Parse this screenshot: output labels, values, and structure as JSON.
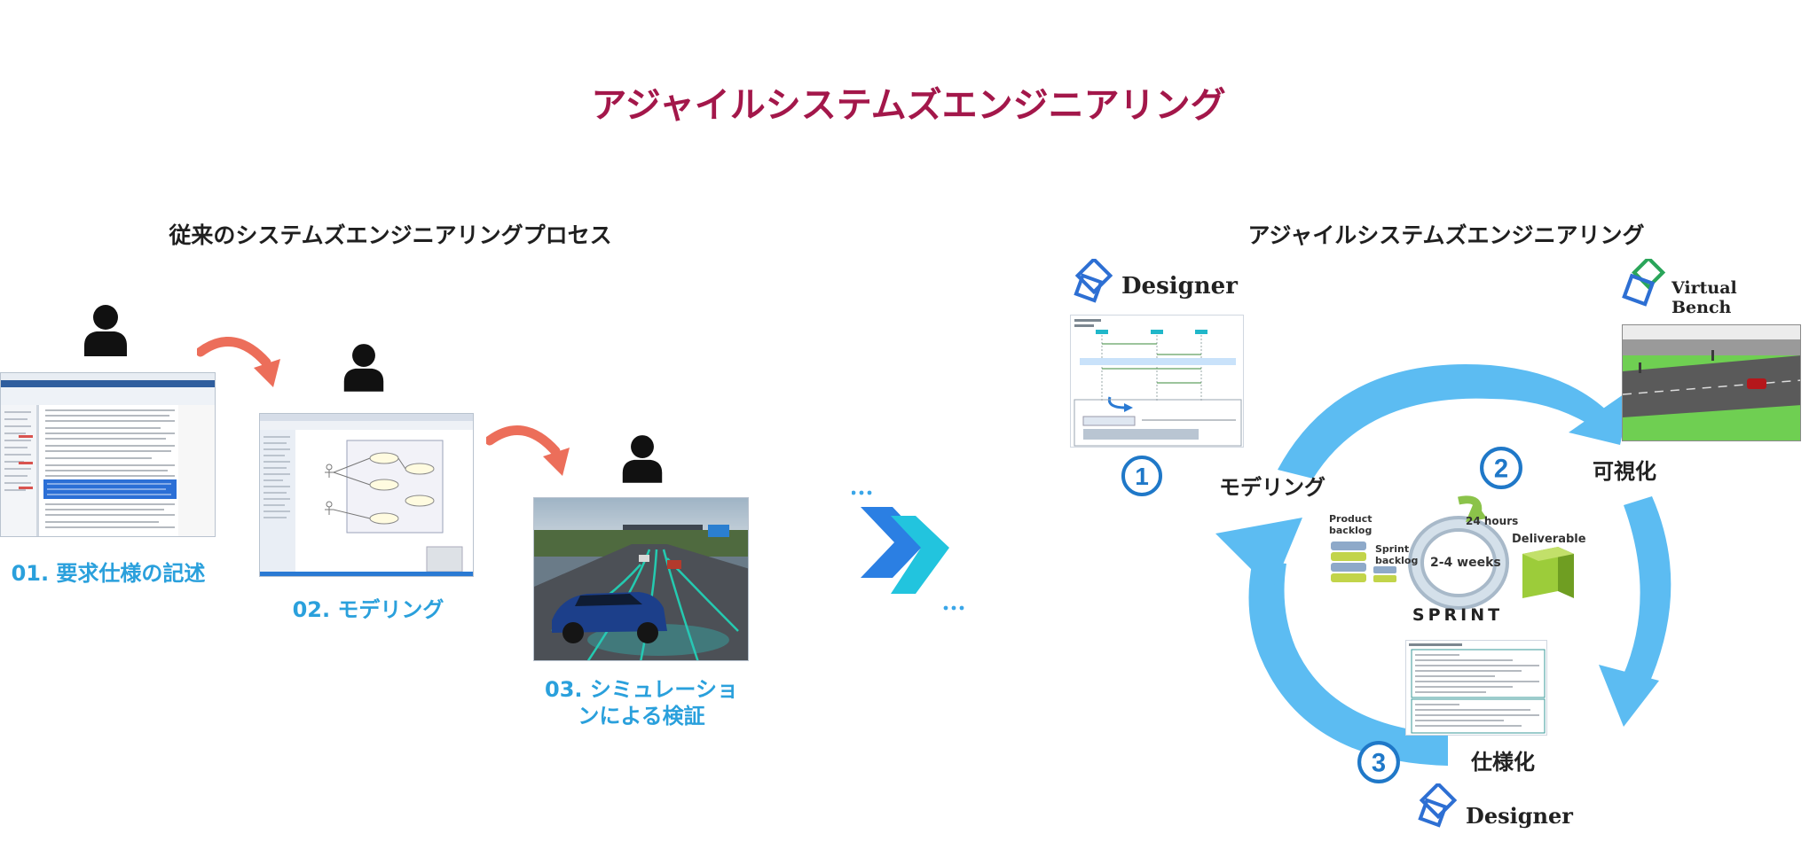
{
  "title": "アジャイルシステムズエンジニアリング",
  "traditional": {
    "heading": "従来のシステムズエンジニアリングプロセス",
    "steps": [
      {
        "label": "01. 要求仕様の記述"
      },
      {
        "label": "02. モデリング"
      },
      {
        "label": "03. シミュレーションによる検証",
        "lines": [
          "03. シミュレーショ",
          "ンによる検証"
        ]
      }
    ]
  },
  "agile": {
    "heading": "アジャイルシステムズエンジニアリング",
    "modeling": {
      "label": "モデリング",
      "number": "1",
      "logo": "Designer"
    },
    "visualization": {
      "label": "可視化",
      "number": "2",
      "logo": "Virtual Bench"
    },
    "specification": {
      "label": "仕様化",
      "number": "3",
      "logo": "Designer"
    },
    "sprint": {
      "product_backlog": [
        "Product",
        "backlog"
      ],
      "sprint_backlog": [
        "Sprint",
        "backlog"
      ],
      "hours": "24 hours",
      "weeks": "2-4 weeks",
      "sprint_label": "SPRINT",
      "deliverable": "Deliverable"
    }
  },
  "colors": {
    "title": "#a3174a",
    "step": "#2aa0dc",
    "cycle": "#5cbcf2",
    "arrow_red": "#ec6e5a",
    "badge": "#1f78c8"
  }
}
